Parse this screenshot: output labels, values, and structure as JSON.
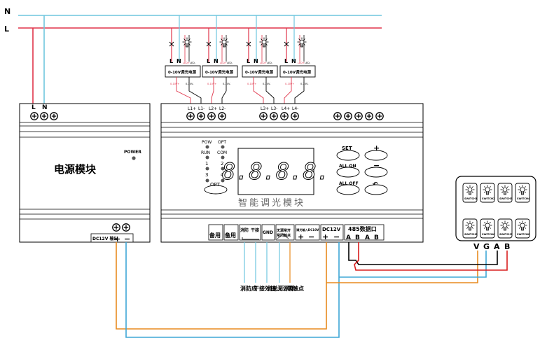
{
  "power_lines": {
    "n_label": "N",
    "l_label": "L"
  },
  "psu": {
    "terminal_labels": [
      "L",
      "N"
    ],
    "power_label": "POWER",
    "title": "电源模块",
    "output_label": "DC12V 输出"
  },
  "drivers": [
    {
      "label": "0-10V调光电源",
      "l": "L",
      "n": "N",
      "led_plus": "LED+",
      "led_minus": "LED-",
      "v_plus": "0-10V+",
      "v_minus": "0-10V-"
    },
    {
      "label": "0-10V调光电源",
      "l": "L",
      "n": "N",
      "led_plus": "LED+",
      "led_minus": "LED-",
      "v_plus": "0-10V+",
      "v_minus": "0-10V-"
    },
    {
      "label": "0-10V调光电源",
      "l": "L",
      "n": "N",
      "led_plus": "LED+",
      "led_minus": "LED-",
      "v_plus": "0-10V+",
      "v_minus": "0-10V-"
    },
    {
      "label": "0-10V调光电源",
      "l": "L",
      "n": "N",
      "led_plus": "LED+",
      "led_minus": "LED-",
      "v_plus": "0-10V+",
      "v_minus": "0-10V-"
    }
  ],
  "module": {
    "top_terminals": [
      "L1+",
      "L1-",
      "L2+",
      "L2-",
      "L3+",
      "L3-",
      "L4+",
      "L4-"
    ],
    "indicators": {
      "pow": "POW",
      "opt": "OPT",
      "run": "RUN",
      "com": "COM",
      "ch1": "1",
      "ch2": "2",
      "ch3": "3",
      "ch4": "4"
    },
    "opt_button": "OPT",
    "display_value": "8.8.8.8.",
    "buttons": {
      "set": "SET",
      "plus": "+",
      "all_on": "ALL ON",
      "minus": "−",
      "all_off": "ALL OFF",
      "back": "↶"
    },
    "title": "智能调光模块",
    "bottom": {
      "spare1": "备用",
      "spare2": "备用",
      "fire": "消防",
      "dry": "干接",
      "gnd": "GND",
      "normally_open": "无源常开",
      "normally_closed": "常闭触点",
      "external_input": "调光输入DC10V",
      "dc12v": "DC12V",
      "rs485": "485数据口",
      "a1": "A",
      "b1": "B",
      "a2": "A",
      "b2": "B"
    }
  },
  "annotations": {
    "col1": "消防成",
    "col2": "干接外接",
    "col3": "点总开",
    "col4": "无源开",
    "col5": "常触点"
  },
  "panel": {
    "switches": [
      "SWITCH1",
      "SWITCH2",
      "SWITCH3",
      "SWITCH4",
      "SWITCH5",
      "SWITCH6",
      "SWITCH7",
      "SWITCH8"
    ],
    "terminals": [
      "V",
      "G",
      "A",
      "B"
    ]
  },
  "colors": {
    "n_line": "#6fc6de",
    "l_line": "#e0344a",
    "orange": "#e88a1e",
    "blue": "#3ea7d6",
    "red": "#d91e1e",
    "black": "#000000"
  }
}
